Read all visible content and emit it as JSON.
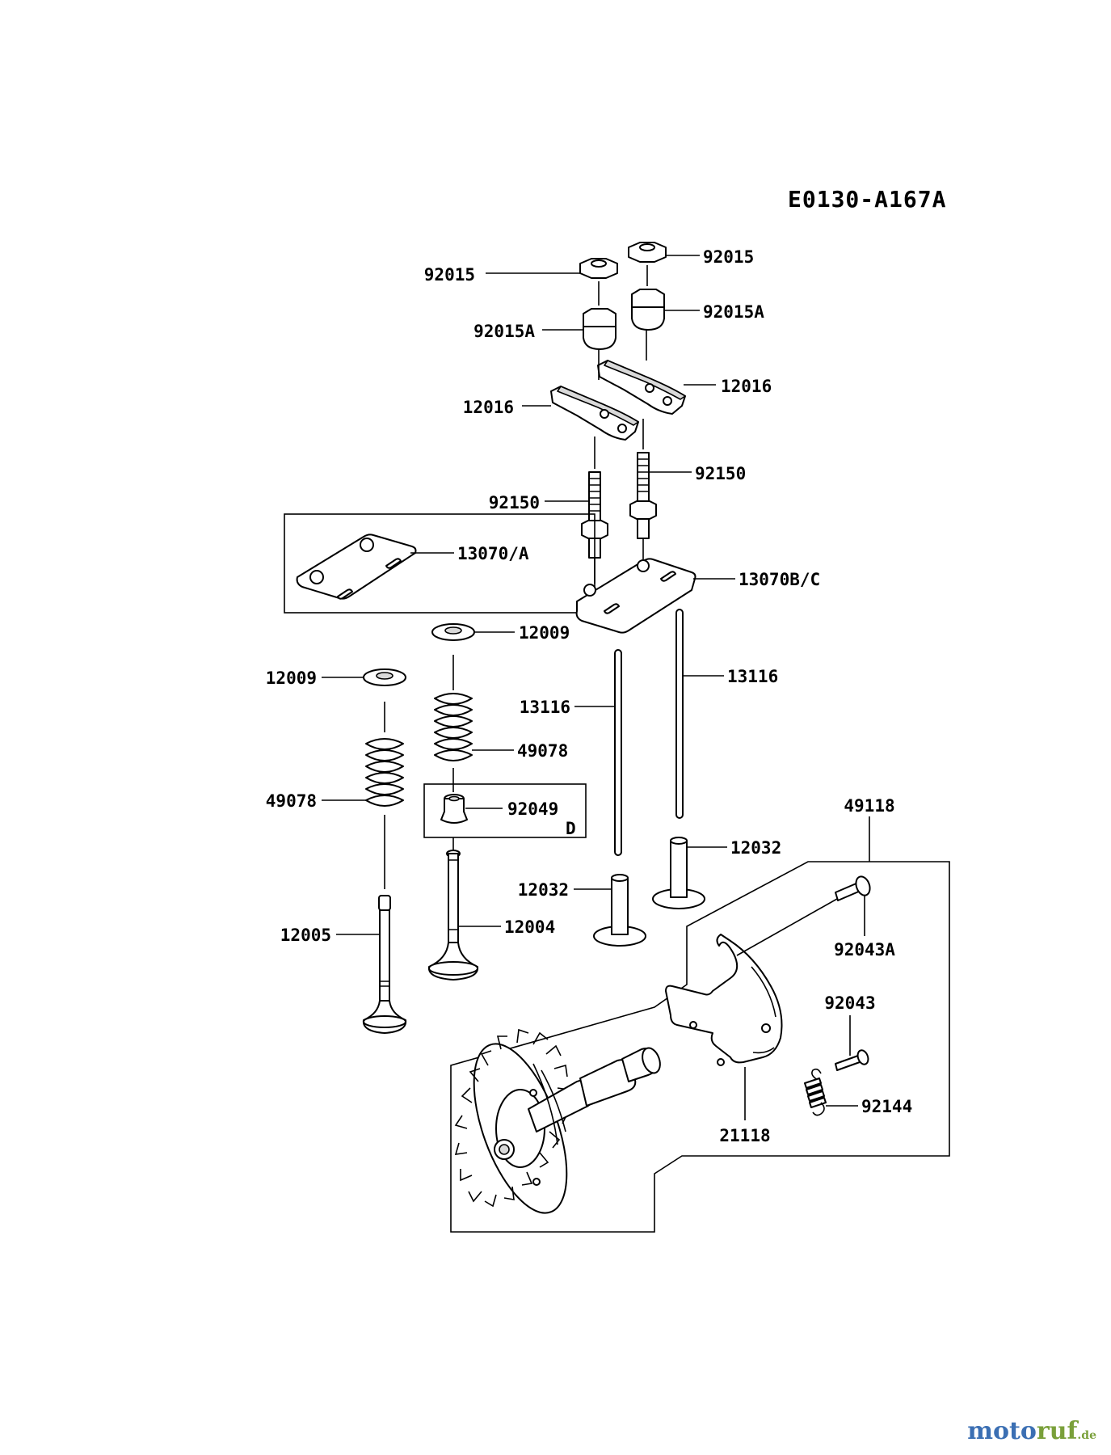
{
  "diagram": {
    "code": "E0130-A167A",
    "watermark": {
      "brand_a": "moto",
      "brand_b": "ruf",
      "tld": ".de",
      "color_a": "#3b6fb3",
      "color_b": "#7aa03a"
    },
    "labels": {
      "p92015_left": "92015",
      "p92015_right": "92015",
      "p92015A_left": "92015A",
      "p92015A_right": "92015A",
      "p12016_left": "12016",
      "p12016_right": "12016",
      "p92150_left": "92150",
      "p92150_right": "92150",
      "p13070A": "13070/A",
      "p13070BC": "13070B/C",
      "p12009_mid": "12009",
      "p12009_left": "12009",
      "p13116_left": "13116",
      "p13116_right": "13116",
      "p49078_mid": "49078",
      "p49078_left": "49078",
      "p92049": "92049",
      "p92049_variant": "D",
      "p49118": "49118",
      "p12032_right": "12032",
      "p12032_left": "12032",
      "p12004": "12004",
      "p12005": "12005",
      "p92043A": "92043A",
      "p92043": "92043",
      "p92144": "92144",
      "p21118": "21118"
    }
  }
}
